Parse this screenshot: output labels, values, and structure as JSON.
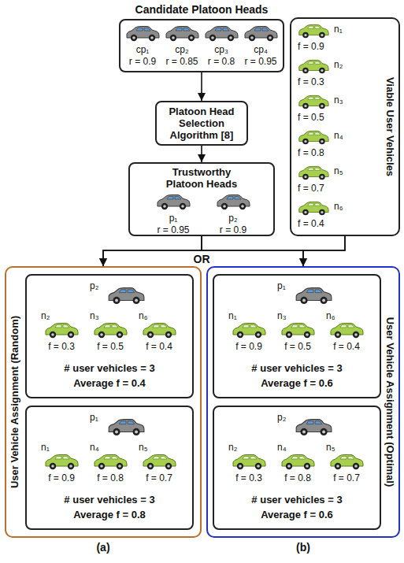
{
  "diagram": {
    "nodes": [
      {
        "text": [
          "Candidate Platoon Heads"
        ]
      },
      {
        "text": [
          "cp₁",
          "r = 0.9"
        ],
        "in": 0
      },
      {
        "text": [
          "cp₂",
          "r = 0.85"
        ],
        "in": 0
      },
      {
        "text": [
          "cp₃",
          "r = 0.8"
        ],
        "in": 0
      },
      {
        "text": [
          "cp₄",
          "r = 0.95"
        ],
        "in": 0
      },
      {
        "text": [
          "Platoon Head Selection Algorithm [8]"
        ]
      },
      {
        "text": [
          "Trustworthy Platoon Heads"
        ]
      },
      {
        "text": [
          "p₁",
          "r = 0.95"
        ],
        "in": 6
      },
      {
        "text": [
          "p₂",
          "r = 0.9"
        ],
        "in": 6
      },
      {
        "text": [
          "Viable User Vehicles"
        ]
      },
      {
        "text": [
          "n₁",
          "f = 0.9"
        ],
        "in": 9
      },
      {
        "text": [
          "n₂",
          "f = 0.3"
        ],
        "in": 9
      },
      {
        "text": [
          "n₃",
          "f = 0.5"
        ],
        "in": 9
      },
      {
        "text": [
          "n₄",
          "f = 0.8"
        ],
        "in": 9
      },
      {
        "text": [
          "n₅",
          "f = 0.7"
        ],
        "in": 9
      },
      {
        "text": [
          "n₆",
          "f = 0.4"
        ],
        "in": 9
      },
      {
        "text": [
          "User Vehicle Assignment (Random)"
        ]
      },
      {
        "text": [
          "# user vehicles = 3",
          "Average f = 0.4"
        ],
        "in": 16
      },
      {
        "text": [
          "p₂"
        ],
        "in": 17
      },
      {
        "text": [
          "n₂",
          "f = 0.3"
        ],
        "in": 17
      },
      {
        "text": [
          "n₃",
          "f = 0.5"
        ],
        "in": 17
      },
      {
        "text": [
          "n₆",
          "f = 0.4"
        ],
        "in": 17
      },
      {
        "text": [
          "# user vehicles = 3",
          "Average f = 0.8"
        ],
        "in": 16
      },
      {
        "text": [
          "p₁"
        ],
        "in": 22
      },
      {
        "text": [
          "n₁",
          "f = 0.9"
        ],
        "in": 22
      },
      {
        "text": [
          "n₄",
          "f = 0.8"
        ],
        "in": 22
      },
      {
        "text": [
          "n₅",
          "f = 0.7"
        ],
        "in": 22
      },
      {
        "text": [
          "User Vehicle Assignment (Optimal)"
        ]
      },
      {
        "text": [
          "# user vehicles = 3",
          "Average f = 0.6"
        ],
        "in": 27
      },
      {
        "text": [
          "p₁"
        ],
        "in": 28
      },
      {
        "text": [
          "n₁",
          "f = 0.9"
        ],
        "in": 28
      },
      {
        "text": [
          "n₃",
          "f = 0.5"
        ],
        "in": 28
      },
      {
        "text": [
          "n₆",
          "f = 0.4"
        ],
        "in": 28
      },
      {
        "text": [
          "# user vehicles = 3",
          "Average f = 0.6"
        ],
        "in": 27
      },
      {
        "text": [
          "p₂"
        ],
        "in": 33
      },
      {
        "text": [
          "n₂",
          "f = 0.3"
        ],
        "in": 33
      },
      {
        "text": [
          "n₄",
          "f = 0.8"
        ],
        "in": 33
      },
      {
        "text": [
          "n₅",
          "f = 0.7"
        ],
        "in": 33
      }
    ],
    "edges": [
      {
        "from": 0,
        "to": 5,
        "arrow": "to"
      },
      {
        "from": 5,
        "to": 6,
        "arrow": "to"
      },
      {
        "from": 6,
        "to": 16,
        "arrow": "to"
      },
      {
        "from": 6,
        "to": 27,
        "arrow": "to"
      },
      {
        "from": 9,
        "to": 16,
        "arrow": "to"
      },
      {
        "from": 9,
        "to": 27,
        "arrow": "to"
      }
    ],
    "labels": [
      "OR",
      "(a)",
      "(b)"
    ]
  }
}
